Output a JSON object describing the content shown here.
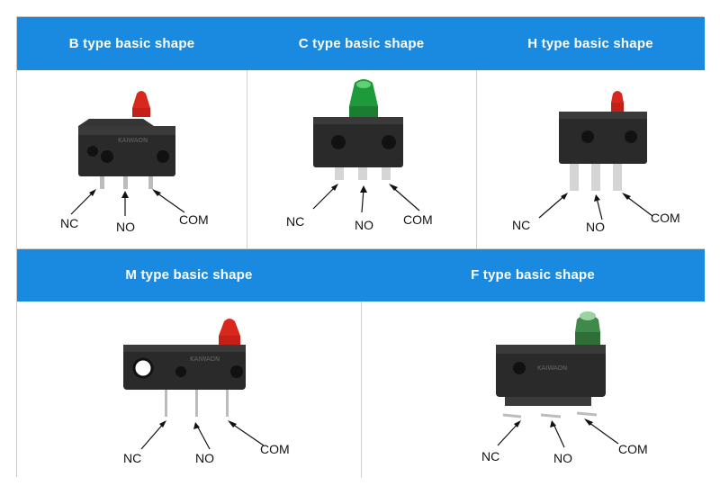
{
  "panels": [
    {
      "title": "B type basic shape",
      "labels": [
        "NC",
        "NO",
        "COM"
      ],
      "actuator_color": "#d8281e"
    },
    {
      "title": "C type basic shape",
      "labels": [
        "NC",
        "NO",
        "COM"
      ],
      "actuator_color": "#1f9a3a"
    },
    {
      "title": "H type basic shape",
      "labels": [
        "NC",
        "NO",
        "COM"
      ],
      "actuator_color": "#d8281e"
    },
    {
      "title": "M type basic shape",
      "labels": [
        "NC",
        "NO",
        "COM"
      ],
      "actuator_color": "#d8281e"
    },
    {
      "title": "F type basic shape",
      "labels": [
        "NC",
        "NO",
        "COM"
      ],
      "actuator_color": "#3f8a4a"
    }
  ],
  "colors": {
    "header_bg": "#1a8ae0",
    "header_text": "#ffffff",
    "switch_body": "#2a2a2a"
  }
}
